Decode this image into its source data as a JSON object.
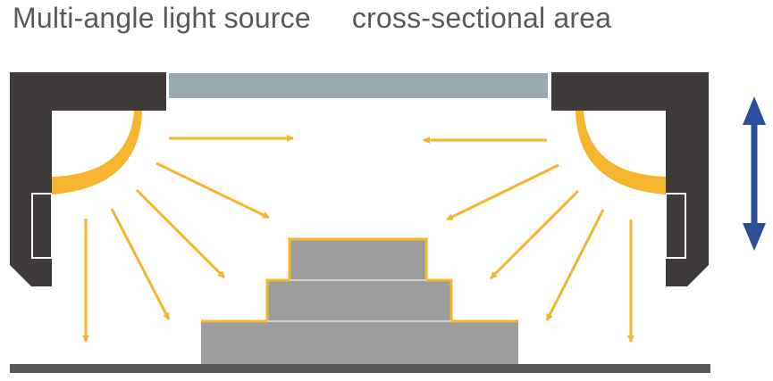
{
  "title": {
    "part1": "Multi-angle light source",
    "part2": "cross-sectional area"
  },
  "colors": {
    "housing": "#3e3a39",
    "diffuser": "#9aaab2",
    "light": "#f5b52e",
    "object": "#9d9d9d",
    "base": "#595757",
    "adjust_arrow": "#2b4f98",
    "text": "#58595b"
  },
  "icons": {
    "adjust": "double-vertical-arrow"
  }
}
